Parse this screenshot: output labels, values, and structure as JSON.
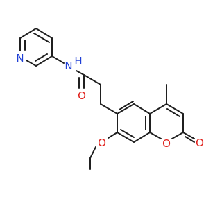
{
  "molecule": {
    "atoms": {
      "pyridine_n": {
        "symbol": "N",
        "color": "#1f3fd6"
      },
      "amide_nh": {
        "symbol": "N",
        "h_label": "H",
        "color": "#1f3fd6"
      },
      "carbonyl_o": {
        "symbol": "O",
        "color": "#e0201b"
      },
      "ring_o": {
        "symbol": "O",
        "color": "#e0201b"
      },
      "lactone_o": {
        "symbol": "O",
        "color": "#e0201b"
      },
      "methoxy_o": {
        "symbol": "O",
        "color": "#e0201b"
      }
    },
    "bond_color": "#1f1f1f"
  }
}
